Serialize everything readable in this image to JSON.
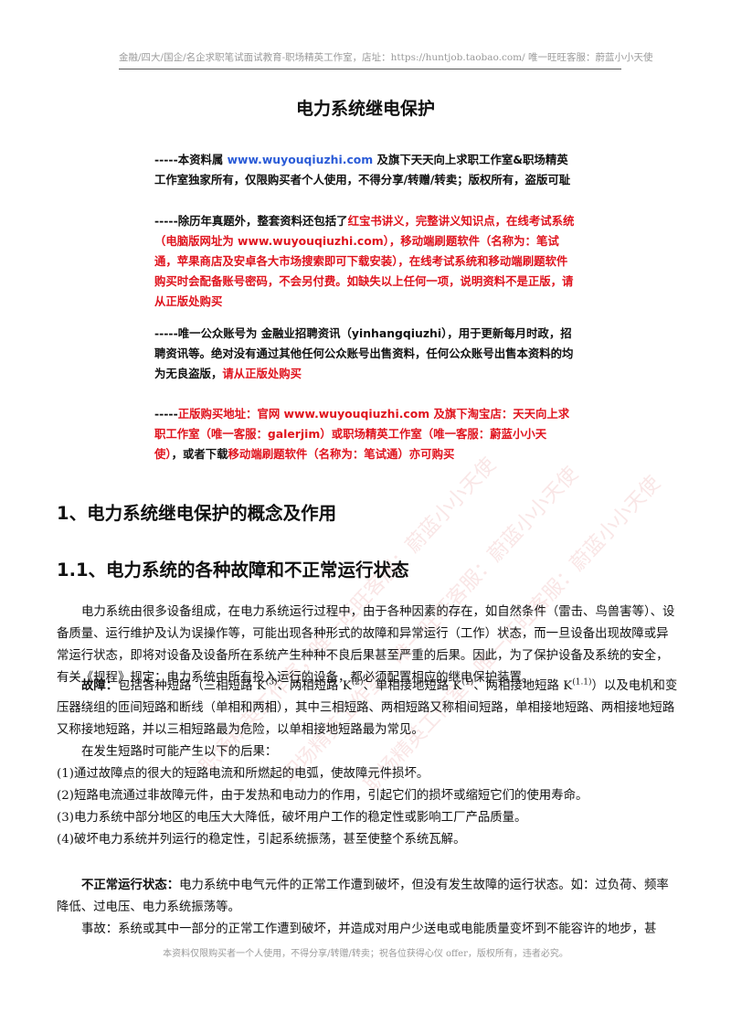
{
  "header": "金融/四大/国企/名企求职笔试面试教育-职场精英工作室，店址：https://huntjob.taobao.com/ 唯一旺旺客服：蔚蓝小小天使",
  "title": "电力系统继电保护",
  "notice": {
    "p1_a": "-----本资料属 ",
    "p1_link": "www.wuyouqiuzhi.com",
    "p1_b": " 及旗下天天向上求职工作室&职场精英工作室独家所有，仅限购买者个人使用，不得分享/转赠/转卖；版权所有，盗版可耻",
    "p2_a": "-----除历年真题外，整套资料还包括了",
    "p2_b": "红宝书讲义，完整讲义知识点，在线考试系统（电脑版网址为 www.wuyouqiuzhi.com），移动端刷题软件（名称为：笔试通，苹果商店及安卓各大市场搜索即可下载安装），在线考试系统和移动端刷题软件购买时会配备账号密码，不会另付费。如缺失以上任何一项，说明资料不是正版，请从正版处购买",
    "p3_a": "-----唯一公众账号为 金融业招聘资讯（yinhangqiuzhi），用于更新每月时政，招聘资讯等。绝对没有通过其他任何公众账号出售资料，任何公众账号出售本资料的均为无良盗版，",
    "p3_b": "请从正版处购买",
    "p4_a": "-----",
    "p4_b": "正版购买地址：官网 www.wuyouqiuzhi.com 及旗下淘宝店：天天向上求职工作室（唯一客服：galerjim）或职场精英工作室（唯一客服：蔚蓝小小天使）",
    "p4_c": "，或者下载",
    "p4_d": "移动端刷题软件（名称为：笔试通）亦可购买"
  },
  "h1": "1、电力系统继电保护的概念及作用",
  "h2": "1.1、电力系统的各种故障和不正常运行状态",
  "para1": "电力系统由很多设备组成，在电力系统运行过程中，由于各种因素的存在，如自然条件（雷击、鸟兽害等）、设备质量、运行维护及认为误操作等，可能出现各种形式的故障和异常运行（工作）状态，而一旦设备出现故障或异常运行状态，即将对设备及设备所在系统产生种种不良后果甚至严重的后果。因此，为了保护设备及系统的安全，有关《规程》规定：电力系统中所有投入运行的设备，都必须配置相应的继电保护装置。",
  "fault": {
    "label": "故障：",
    "t1": "包括各种短路（三相短路 K",
    "s1": "(3)",
    "t2": "、两相短路 K",
    "s2": "(2)",
    "t3": "、单相接地短路 K",
    "s3": "(1)",
    "t4": "、两相接地短路 K",
    "s4": "(1.1)",
    "t5": "）以及电机和变压器绕组的匝间短路和断线（单相和两相），其中三相短路、两相短路又称相间短路，单相接地短路、两相接地短路又称接地短路，并以三相短路最为危险，以单相接地短路最为常见。",
    "intro": "在发生短路时可能产生以下的后果：",
    "items": [
      "(1)通过故障点的很大的短路电流和所燃起的电弧，使故障元件损坏。",
      "(2)短路电流通过非故障元件，由于发热和电动力的作用，引起它们的损坏或缩短它们的使用寿命。",
      "(3)电力系统中部分地区的电压大大降低，破坏用户工作的稳定性或影响工厂产品质量。",
      "(4)破坏电力系统并列运行的稳定性，引起系统振荡，甚至使整个系统瓦解。"
    ]
  },
  "abnormal": {
    "label": "不正常运行状态：",
    "text": "电力系统中电气元件的正常工作遭到破坏，但没有发生故障的运行状态。如：过负荷、频率降低、过电压、电力系统振荡等。"
  },
  "accident": "事故：系统或其中一部分的正常工作遭到破坏，并造成对用户少送电或电能质量变坏到不能容许的地步，甚",
  "footer": "本资料仅限购买者一个人使用，不得分享/转赠/转卖；祝各位获得心仪 offer，版权所有，违者必究。",
  "watermarks": [
    "职场精英工作室，唯一旺旺客服：蔚蓝小小天使",
    "职场精英工作室，唯一旺旺客服：蔚蓝小小天使",
    "职场精英工作室，唯一旺旺客服：蔚蓝小小天使"
  ],
  "colors": {
    "emphasis_red": "#e0141e",
    "link_blue": "#2a5bd7"
  }
}
